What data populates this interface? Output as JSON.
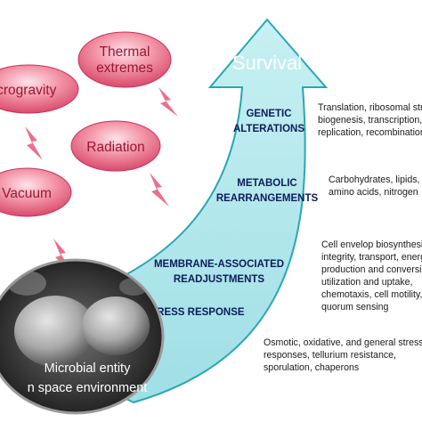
{
  "stressors": [
    {
      "text": "Thermal\nextremes"
    },
    {
      "text": "icrogravity"
    },
    {
      "text": "Radiation"
    },
    {
      "text": "Vacuum"
    }
  ],
  "arrow": {
    "label": "Survival"
  },
  "levels": [
    {
      "label": "GENETIC\nALTERATIONS",
      "detail": "Translation, ribosomal structure\nbiogenesis, transcription, DNA\nreplication, recombination and repair"
    },
    {
      "label": "METABOLIC\nREARRANGEMENTS",
      "detail": "Carbohydrates, lipids,\namino acids, nitrogen"
    },
    {
      "label": "MEMBRANE-ASSOCIATED\nREADJUSTMENTS",
      "detail": "Cell envelop biosynthesis,\nintegrity, transport, energy\nproduction and conversion,\nutilization and uptake,\nchemotaxis, cell motility, lipid\nquorum sensing"
    },
    {
      "label": "STRESS RESPONSE",
      "detail": "Osmotic, oxidative, and general stress\nresponses, tellurium resistance,\nsporulation, chaperons"
    }
  ],
  "microbe": {
    "label": "Microbial entity\nn space environment"
  },
  "colors": {
    "arrow_fill": "#aee6ea",
    "arrow_stroke": "#2aa6b3",
    "arrow_label": "#ffffff",
    "bubble_fill": "#f07d92",
    "bubble_dark": "#c9315a",
    "lightning": "#ea6f8c",
    "level_text": "#0d1b5a",
    "stressor_text": "#9b1535"
  }
}
